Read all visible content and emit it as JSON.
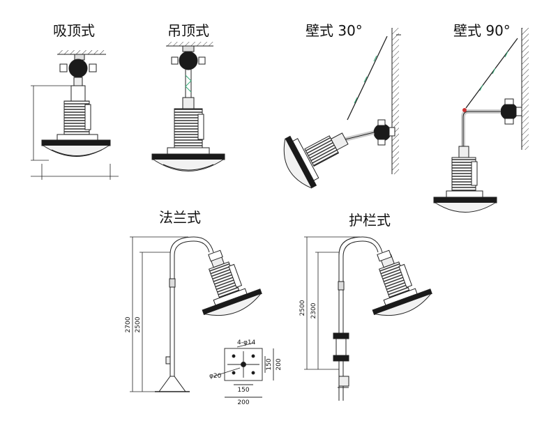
{
  "captions": {
    "ceiling": "吸顶式",
    "pendant": "吊顶式",
    "wall30": "壁式 30°",
    "wall90": "壁式 90°",
    "flange": "法兰式",
    "railing": "护栏式"
  },
  "dimensions": {
    "flange_total_height": "2700",
    "flange_pole_height": "2500",
    "railing_total_height": "2500",
    "railing_pole_height": "2300",
    "base_holes": "4-φ14",
    "base_width": "200",
    "base_hole_spacing_x": "150",
    "base_height": "200",
    "base_hole_spacing_y": "150",
    "center_hole": "φ20"
  }
}
